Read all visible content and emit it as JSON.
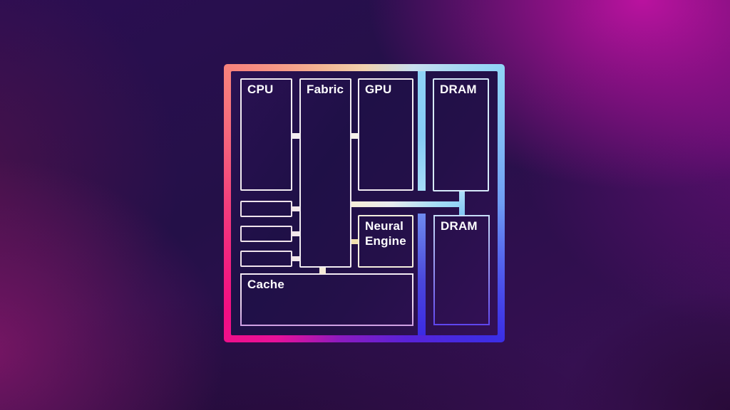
{
  "diagram": {
    "type": "chip-architecture",
    "background": {
      "base_color": "#241048",
      "top_right_glow": "#cd12aa",
      "bottom_left_glow": "#981870"
    },
    "frame_colors": {
      "top_left": "#f8827c",
      "top_center": "#f2d2ae",
      "top_right": "#90d4f7",
      "bottom_right": "#3b2ee6",
      "bottom_left": "#f20f82"
    },
    "blocks": [
      {
        "id": "cpu",
        "label": "CPU"
      },
      {
        "id": "fabric",
        "label": "Fabric"
      },
      {
        "id": "gpu",
        "label": "GPU"
      },
      {
        "id": "dram-top",
        "label": "DRAM"
      },
      {
        "id": "neural-engine",
        "label": "Neural Engine"
      },
      {
        "id": "dram-bottom",
        "label": "DRAM"
      },
      {
        "id": "cache",
        "label": "Cache"
      }
    ],
    "unlabeled_blocks": 3,
    "connectors": [
      "cpu-fabric",
      "fabric-gpu",
      "io-block-1-fabric",
      "io-block-2-fabric",
      "io-block-3-fabric",
      "fabric-neural-engine",
      "fabric-cache",
      "fabric-dram-bus-horizontal",
      "dram-dram-bus-vertical"
    ]
  }
}
